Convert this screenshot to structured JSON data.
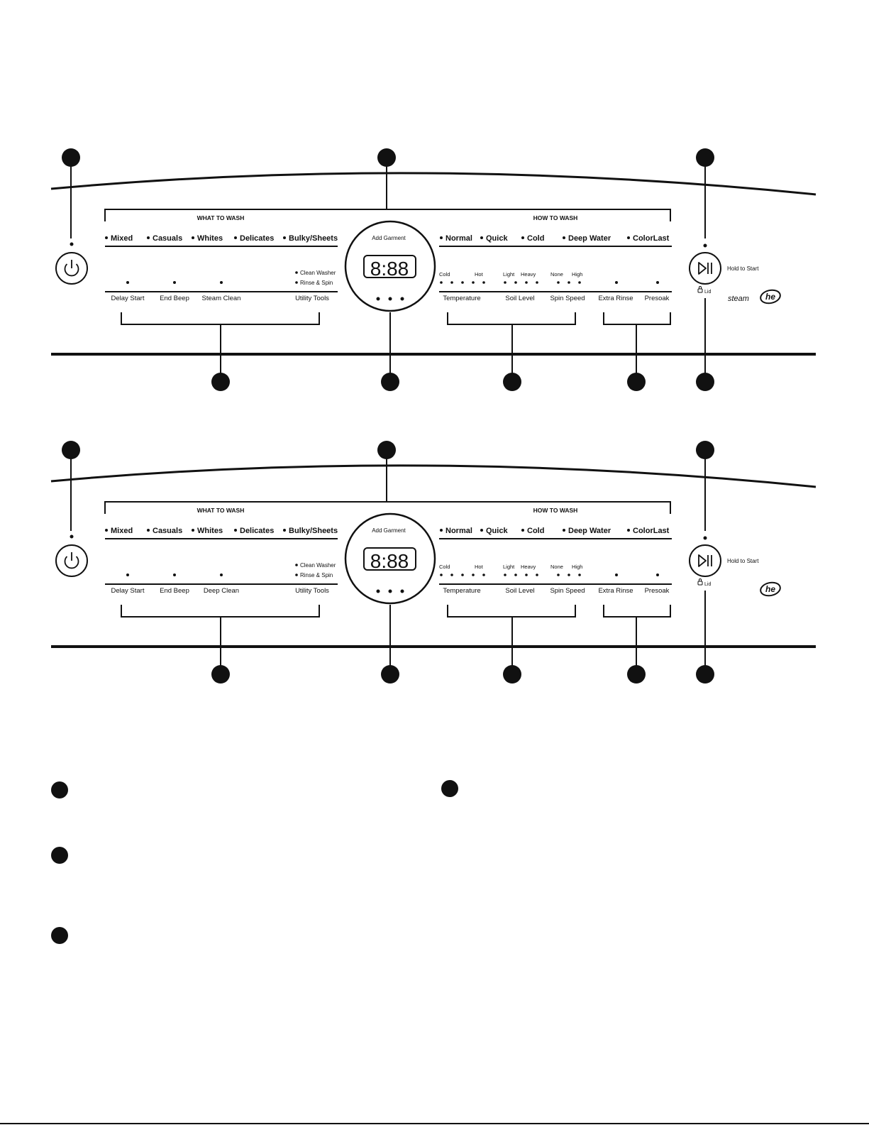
{
  "panels": [
    {
      "what_to_wash": {
        "header": "WHAT TO WASH",
        "cycles": [
          "Mixed",
          "Casuals",
          "Whites",
          "Delicates",
          "Bulky/Sheets"
        ],
        "options": [
          "Delay Start",
          "End Beep",
          "Steam Clean",
          "Utility Tools"
        ],
        "utility_items": [
          "Clean Washer",
          "Rinse & Spin"
        ]
      },
      "display": {
        "label": "Add Garment",
        "digits": "8:88"
      },
      "how_to_wash": {
        "header": "HOW TO WASH",
        "cycles": [
          "Normal",
          "Quick",
          "Cold",
          "Deep Water",
          "ColorLast"
        ],
        "settings": [
          "Temperature",
          "Soil Level",
          "Spin Speed",
          "Extra Rinse",
          "Presoak"
        ],
        "range_labels": {
          "temperature": [
            "Cold",
            "Hot"
          ],
          "soil": [
            "Light",
            "Heavy"
          ],
          "spin": [
            "None",
            "High"
          ]
        }
      },
      "start": {
        "label": "Hold to Start",
        "lid": "Lid"
      },
      "logos": {
        "steam": "steam",
        "he": "he"
      }
    },
    {
      "what_to_wash": {
        "header": "WHAT TO WASH",
        "cycles": [
          "Mixed",
          "Casuals",
          "Whites",
          "Delicates",
          "Bulky/Sheets"
        ],
        "options": [
          "Delay Start",
          "End Beep",
          "Deep Clean",
          "Utility Tools"
        ],
        "utility_items": [
          "Clean Washer",
          "Rinse & Spin"
        ]
      },
      "display": {
        "label": "Add Garment",
        "digits": "8:88"
      },
      "how_to_wash": {
        "header": "HOW TO WASH",
        "cycles": [
          "Normal",
          "Quick",
          "Cold",
          "Deep Water",
          "ColorLast"
        ],
        "settings": [
          "Temperature",
          "Soil Level",
          "Spin Speed",
          "Extra Rinse",
          "Presoak"
        ],
        "range_labels": {
          "temperature": [
            "Cold",
            "Hot"
          ],
          "soil": [
            "Light",
            "Heavy"
          ],
          "spin": [
            "None",
            "High"
          ]
        }
      },
      "start": {
        "label": "Hold to Start",
        "lid": "Lid"
      },
      "logos": {
        "he": "he"
      }
    }
  ]
}
